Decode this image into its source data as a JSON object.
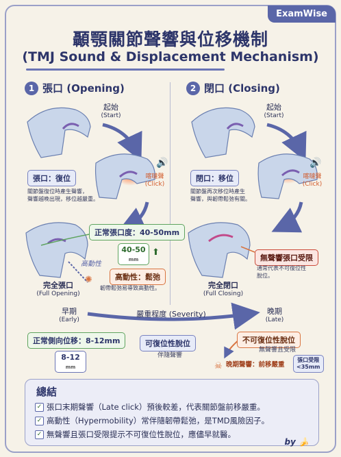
{
  "brand": "ExamWise",
  "title_zh": "顳顎關節聲響與位移機制",
  "title_en": "(TMJ Sound & Displacement Mechanism)",
  "opening": {
    "num": "1",
    "title": "張口 (Opening)",
    "start": "起始",
    "start_en": "(Start)",
    "click": "喀噠聲",
    "click_en": "(Click)",
    "tag": "張口：復位",
    "note1": "關節盤復位時產生聲響，",
    "note2": "聲響越晚出現，移位越嚴重。",
    "full": "完全張口",
    "full_en": "(Full Opening)",
    "range_tag": "正常張口度：40-50mm",
    "range_val": "40-50",
    "range_unit": "mm",
    "hyper_label": "高動性",
    "hyper_tag": "高動性：鬆弛",
    "hyper_note": "韌帶鬆弛易導致高動性。"
  },
  "closing": {
    "num": "2",
    "title": "閉口 (Closing)",
    "start": "起始",
    "start_en": "(Start)",
    "click": "喀噠聲",
    "click_en": "(Click)",
    "tag": "閉口：移位",
    "note1": "關節盤再次移位時產生",
    "note2": "聲響，與韌帶鬆弛有關。",
    "full": "完全閉口",
    "full_en": "(Full Closing)",
    "lock_tag": "無聲響張口受限",
    "lock_note1": "通常代表不可復位性",
    "lock_note2": "脫位。"
  },
  "severity": {
    "early": "早期",
    "early_en": "(Early)",
    "label": "嚴重程度 (Severity)",
    "late": "晚期",
    "late_en": "(Late)",
    "early_tag": "正常側向位移：8-12mm",
    "early_val": "8-12",
    "early_unit": "mm",
    "reducible": "可復位性脫位",
    "reducible_note": "伴隨聲響",
    "irreducible": "不可復位性脫位",
    "irreducible_note": "無聲響且受限",
    "late_click": "晚期聲響：前移嚴重",
    "limit1": "張口受限",
    "limit2": "<35mm"
  },
  "summary": {
    "title": "總結",
    "items": [
      "張口末期聲響（Late click）預後較差，代表關節盤前移嚴重。",
      "高動性（Hypermobility）常伴隨韌帶鬆弛，是TMD風險因子。",
      "無聲響且張口受限提示不可復位性脫位，應儘早就醫。"
    ],
    "by": "by"
  }
}
